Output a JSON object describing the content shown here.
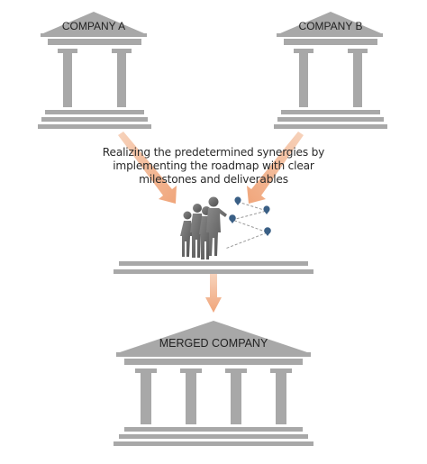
{
  "company_a": {
    "label": "COMPANY A"
  },
  "company_b": {
    "label": "COMPANY B"
  },
  "caption": {
    "line1": "Realizing the predetermined synergies by",
    "line2": "implementing the roadmap with clear",
    "line3": "milestones and deliverables"
  },
  "merged": {
    "label": "MERGED COMPANY"
  },
  "colors": {
    "building": "#a8a8a8",
    "arrow": "#f0b48e",
    "roadmap_pin": "#3a5f85",
    "roadmap_line": "#9a9a9a"
  },
  "icons": [
    "building-icon",
    "arrow-icon",
    "people-figures-icon",
    "location-pin-icon"
  ]
}
